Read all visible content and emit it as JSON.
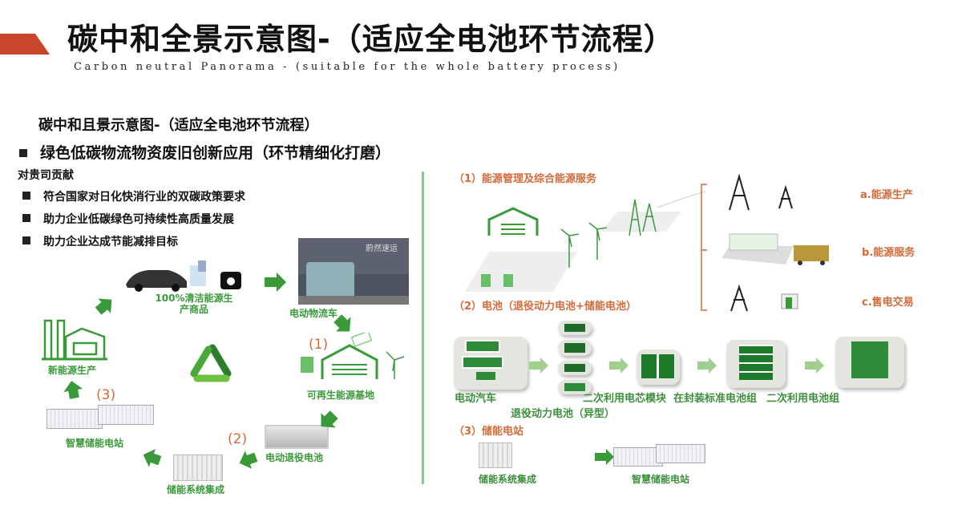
{
  "header": {
    "title": "碳中和全景示意图-（适应全电池环节流程）",
    "subtitle": "Carbon neutral Panorama - (suitable for the whole battery process)"
  },
  "left": {
    "heading": "碳中和且景示意图-（适应全电池环节流程）",
    "section": "绿色低碳物流物资废旧创新应用（环节精细化打磨）",
    "contrib_title": "对贵司贡献",
    "bullets": [
      "符合国家对日化快消行业的双碳政策要求",
      "助力企业低碳绿色可持续性高质量发展",
      "助力企业达成节能减排目标"
    ],
    "cycle": {
      "products": "100%清洁能源生产商品",
      "truck": "电动物流车",
      "base_num": "(1)",
      "base": "可再生能源基地",
      "retired": "电动退役电池",
      "sys_num": "(2)",
      "system": "储能系统集成",
      "station_num": "(3)",
      "station": "智慧储能电站",
      "production": "新能源生产",
      "truck_logo": "蔚然速运"
    }
  },
  "right": {
    "s1": "（1）能源管理及综合能源服务",
    "s1_items": [
      "a.能源生产",
      "b.能源服务",
      "c.售电交易"
    ],
    "s2": "（2）电池（退役动力电池+储能电池）",
    "s2_steps": [
      "电动汽车",
      "退役动力电池（异型）",
      "二次利用电芯模块",
      "在封装标准电池组",
      "二次利用电池组"
    ],
    "s3": "（3）储能电站",
    "s3_steps": [
      "储能系统集成",
      "智慧储能电站"
    ]
  },
  "colors": {
    "accent": "#c8462a",
    "green": "#3a9a3a",
    "orange": "#d46a3a"
  }
}
